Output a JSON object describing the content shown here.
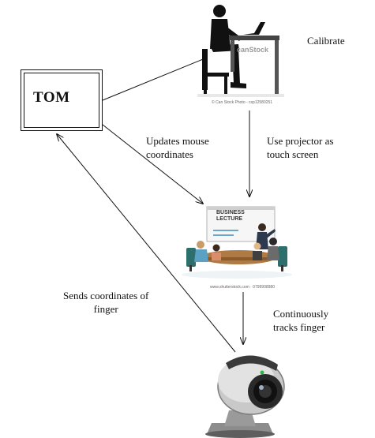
{
  "nodes": {
    "tom": {
      "label": "TOM"
    }
  },
  "labels": {
    "calibrate": "Calibrate",
    "updates": "Updates mouse\ncoordinates",
    "projector": "Use projector as\ntouch screen",
    "sends": "Sends coordinates of\nfinger",
    "tracks": "Continuously\ntracks finger"
  },
  "images": {
    "laptop_user_credit": "© Can Stock Photo - csp12580251",
    "laptop_user_brand": "canStock",
    "lecture_title": "BUSINESS\nLECTURE",
    "lecture_credit": "www.shutterstock.com · 0799908980"
  }
}
